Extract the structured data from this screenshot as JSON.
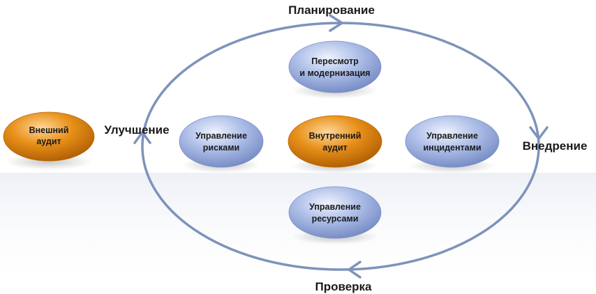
{
  "cycle": {
    "planning": "Планирование",
    "implementation": "Внедрение",
    "check": "Проверка",
    "improvement": "Улучшение"
  },
  "nodes": {
    "external_audit": {
      "line1": "Внешний",
      "line2": "аудит",
      "style": "orange"
    },
    "review": {
      "line1": "Пересмотр",
      "line2": "и модернизация",
      "style": "blue"
    },
    "risk_management": {
      "line1": "Управление",
      "line2": "рисками",
      "style": "blue"
    },
    "internal_audit": {
      "line1": "Внутренний",
      "line2": "аудит",
      "style": "orange"
    },
    "incident_management": {
      "line1": "Управление",
      "line2": "инцидентами",
      "style": "blue"
    },
    "resource_management": {
      "line1": "Управление",
      "line2": "ресурсами",
      "style": "blue"
    }
  },
  "colors": {
    "cycle_line": "#7d93bb",
    "blue_node": "#a3b6e3",
    "orange_node": "#e08a14",
    "text": "#1a1a1a"
  }
}
